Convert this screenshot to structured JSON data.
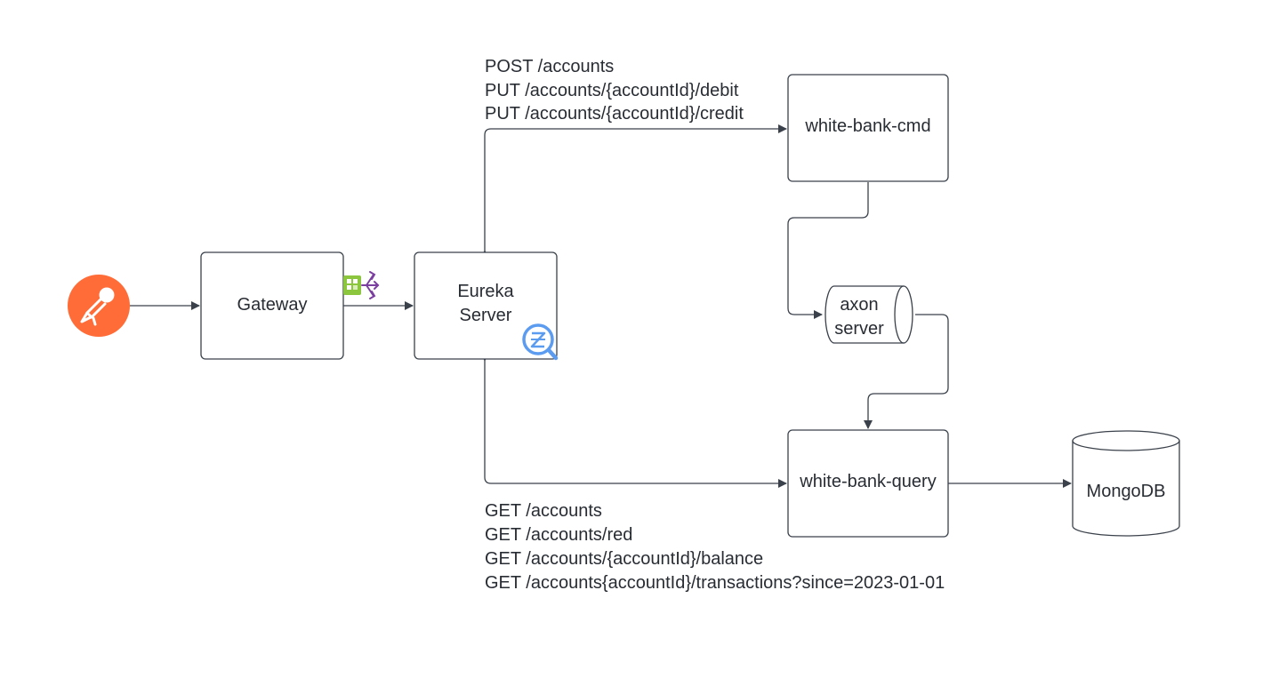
{
  "nodes": {
    "postman": {
      "icon": "postman-icon"
    },
    "gateway": {
      "label": "Gateway"
    },
    "eureka": {
      "label_line1": "Eureka",
      "label_line2": "Server",
      "icon": "discovery-search-icon"
    },
    "cmd": {
      "label": "white-bank-cmd"
    },
    "axon": {
      "label_line1": "axon",
      "label_line2": "server"
    },
    "query": {
      "label": "white-bank-query"
    },
    "mongodb": {
      "label": "MongoDB"
    },
    "gateway_icon": {
      "icon": "api-gateway-icon"
    }
  },
  "edges": {
    "command_routes": [
      "POST /accounts",
      "PUT /accounts/{accountId}/debit",
      "PUT /accounts/{accountId}/credit"
    ],
    "query_routes": [
      "GET /accounts",
      "GET /accounts/red",
      "GET /accounts/{accountId}/balance",
      "GET /accounts{accountId}/transactions?since=2023-01-01"
    ]
  },
  "colors": {
    "postman": "#ff6c37",
    "gateway_icon_green": "#8cc63f",
    "gateway_icon_purple": "#7b3fa0",
    "eureka_icon": "#5b9bf0",
    "stroke": "#3a414a"
  }
}
